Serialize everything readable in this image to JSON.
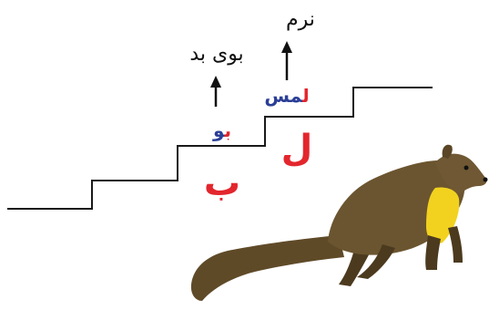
{
  "labels": {
    "top_word": "نرم",
    "second_word": "بوی بد",
    "word_lams_blue": "مس",
    "word_lams_red": "ل",
    "word_bu_blue": "و",
    "word_bu_red": "ب",
    "big_letter_lam": "ل",
    "big_letter_be": "ب"
  },
  "colors": {
    "red": "#e3262d",
    "blue": "#2b3f96",
    "line": "#1a1a1a",
    "animal_body": "#6b5530",
    "animal_throat": "#f2d21f"
  },
  "icons": {
    "animal": "marten-illustration",
    "arrows": "up-arrow-icon"
  }
}
